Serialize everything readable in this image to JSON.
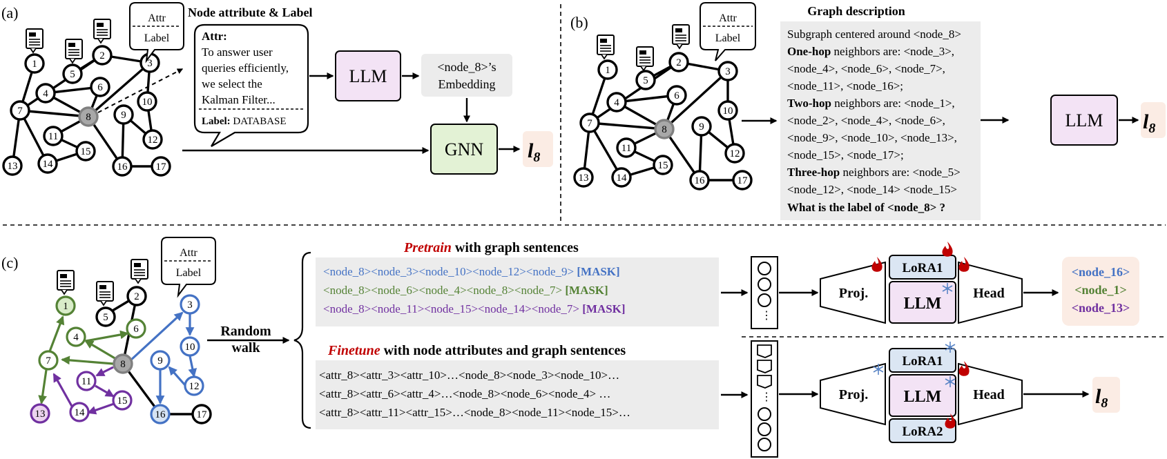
{
  "colors": {
    "blue": "#4472c4",
    "green": "#548235",
    "purple": "#7030a0",
    "red_italic": "#c00000",
    "gray_box": "#ececec",
    "llm_fill": "#f3e3f5",
    "gnn_fill": "#e3f2d5",
    "lora_fill": "#dbe6f3",
    "out_fill": "#fbece4"
  },
  "panels": {
    "a": {
      "label": "(a)",
      "nodes": [
        "1",
        "2",
        "3",
        "4",
        "5",
        "6",
        "7",
        "8",
        "9",
        "10",
        "11",
        "12",
        "13",
        "14",
        "15",
        "16",
        "17"
      ],
      "title": "Node attribute & Label",
      "bubble_attr": "Attr",
      "bubble_label": "Label",
      "callout_attr_title": "Attr:",
      "callout_lines": [
        "To answer user",
        "queries efficiently,",
        "we select the",
        "Kalman Filter..."
      ],
      "callout_label_key": "Label:",
      "callout_label_val": "DATABASE",
      "llm": "LLM",
      "embedding_line1": "<node_8>’s",
      "embedding_line2": "Embedding",
      "gnn": "GNN",
      "output": "l",
      "output_sub": "8"
    },
    "b": {
      "label": "(b)",
      "nodes": [
        "1",
        "2",
        "3",
        "4",
        "5",
        "6",
        "7",
        "8",
        "9",
        "10",
        "11",
        "12",
        "13",
        "14",
        "15",
        "16",
        "17"
      ],
      "bubble_attr": "Attr",
      "bubble_label": "Label",
      "desc_title": "Graph description",
      "desc_line1": "Subgraph centered around <node_8>",
      "one_hop_bold": "One-hop",
      "one_hop_rest": " neighbors are: <node_3>,",
      "one_hop_l2": "<node_4>, <node_6>, <node_7>,",
      "one_hop_l3": "<node_11>, <node_16>;",
      "two_hop_bold": "Two-hop",
      "two_hop_rest": " neighbors are: <node_1>,",
      "two_hop_l2": "<node_2>, <node_4>, <node_6>,",
      "two_hop_l3": "<node_9>, <node_10>, <node_13>,",
      "two_hop_l4": "<node_15>, <node_17>;",
      "three_hop_bold": "Three-hop",
      "three_hop_rest": " neighbors are: <node_5>",
      "three_hop_l2": "<node_12>, <node_14> <node_15>",
      "question": "What is the label of <node_8> ?",
      "llm": "LLM",
      "output": "l",
      "output_sub": "8"
    },
    "c": {
      "label": "(c)",
      "nodes": [
        "1",
        "2",
        "3",
        "4",
        "5",
        "6",
        "7",
        "8",
        "9",
        "10",
        "11",
        "12",
        "13",
        "14",
        "15",
        "16",
        "17"
      ],
      "bubble_attr": "Attr",
      "bubble_label": "Label",
      "random_walk_l1": "Random",
      "random_walk_l2": "walk",
      "pretrain_word": "Pretrain",
      "pretrain_rest": " with graph sentences",
      "pretrain_lines": [
        {
          "text": "<node_8><node_3><node_10><node_12><node_9>",
          "mask": "[MASK]"
        },
        {
          "text": "<node_8><node_6><node_4><node_8><node_7>",
          "mask": "[MASK]"
        },
        {
          "text": "<node_8><node_11><node_15><node_14><node_7>",
          "mask": "[MASK]"
        }
      ],
      "finetune_word": "Finetune",
      "finetune_rest": " with node attributes and graph sentences",
      "finetune_lines": [
        "<attr_8><attr_3><attr_10>…<node_8><node_3><node_10>…",
        "<attr_8><attr_6><attr_4>…<node_8><node_6><node_4> …",
        "<attr_8><attr_11><attr_15>…<node_8><node_11><node_15>…"
      ],
      "proj": "Proj.",
      "head": "Head",
      "llm": "LLM",
      "lora1": "LoRA1",
      "lora2": "LoRA2",
      "pretrain_outputs": [
        "<node_16>",
        "<node_1>",
        "<node_13>"
      ],
      "dots": "⋮",
      "output": "l",
      "output_sub": "8"
    }
  }
}
